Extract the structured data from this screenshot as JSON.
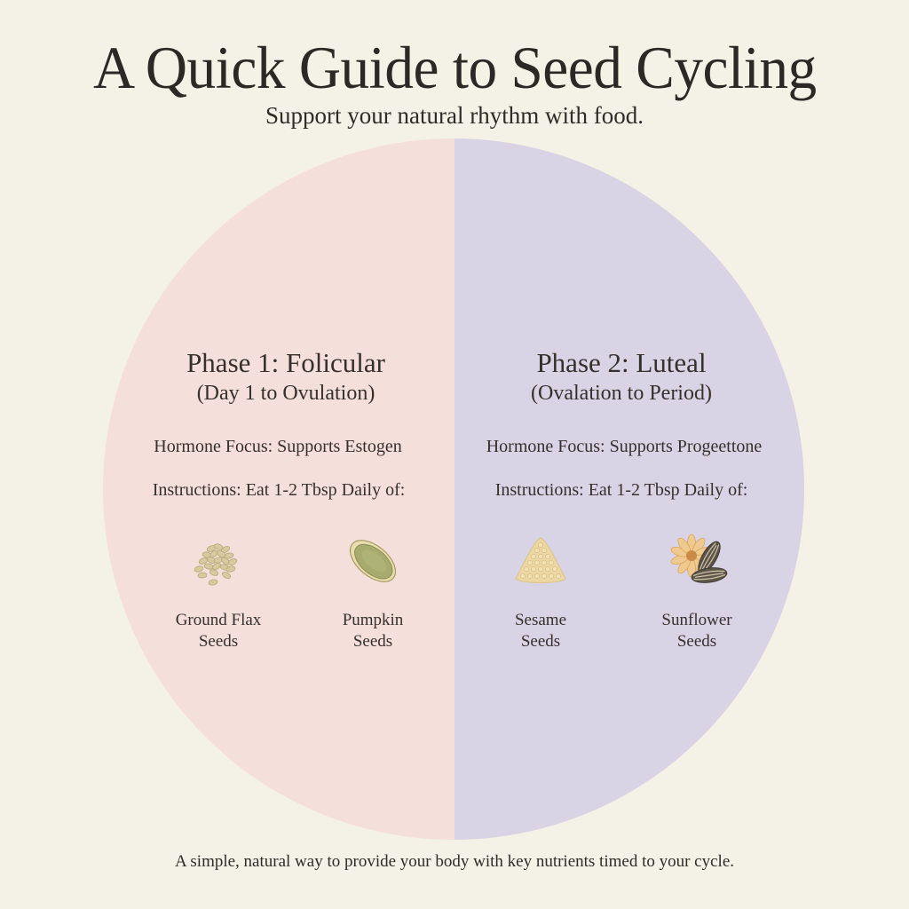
{
  "header": {
    "title": "A Quick Guide to Seed Cycling",
    "subtitle": "Support your natural rhythm with food."
  },
  "colors": {
    "background": "#f4f1e6",
    "phase1_fill": "#f5dfdb",
    "phase2_fill": "#d9d4e5",
    "text": "#2f2b28"
  },
  "phases": [
    {
      "title": "Phase 1: Folicular",
      "subtitle": "(Day 1 to Ovulation)",
      "hormone_focus": "Hormone Focus: Supports Estogen",
      "instructions": "Instructions: Eat 1-2 Tbsp Daily of:",
      "seeds": [
        {
          "icon": "flax-seeds-icon",
          "line1": "Ground Flax",
          "line2": "Seeds"
        },
        {
          "icon": "pumpkin-seed-icon",
          "line1": "Pumpkin",
          "line2": "Seeds"
        }
      ]
    },
    {
      "title": "Phase 2: Luteal",
      "subtitle": "(Ovalation to Period)",
      "hormone_focus": "Hormone Focus: Supports Progeettone",
      "instructions": "Instructions: Eat 1-2 Tbsp Daily of:",
      "seeds": [
        {
          "icon": "sesame-seeds-icon",
          "line1": "Sesame",
          "line2": "Seeds"
        },
        {
          "icon": "sunflower-seeds-icon",
          "line1": "Sunflower",
          "line2": "Seeds"
        }
      ]
    }
  ],
  "footer": {
    "text": "A simple, natural way to provide your body with key nutrients timed to your cycle."
  }
}
